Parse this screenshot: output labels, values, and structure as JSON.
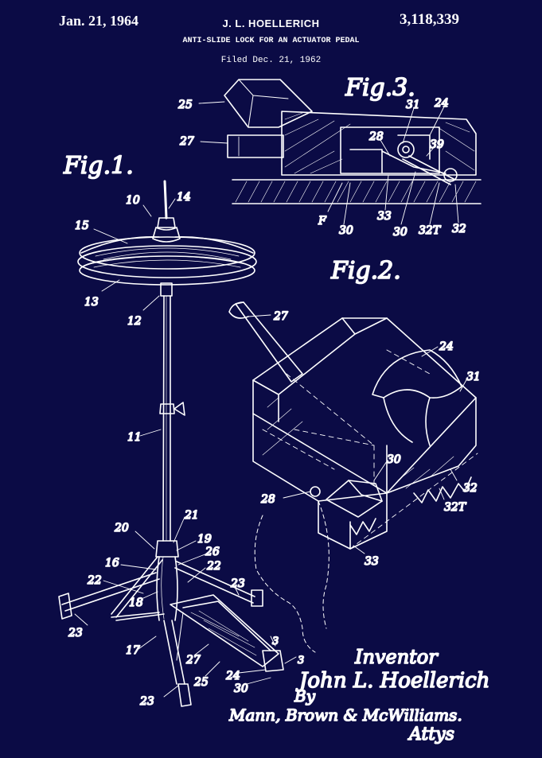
{
  "header": {
    "date": "Jan. 21, 1964",
    "inventor": "J. L. HOELLERICH",
    "patent_number": "3,118,339",
    "title": "ANTI-SLIDE LOCK FOR AN ACTUATOR PEDAL",
    "filed": "Filed Dec. 21, 1962"
  },
  "figures": {
    "fig1": "Fig.1.",
    "fig2": "Fig.2.",
    "fig3": "Fig.3."
  },
  "labels": {
    "n10": "10",
    "n14": "14",
    "n15": "15",
    "n13": "13",
    "n12": "12",
    "n11": "11",
    "n20": "20",
    "n21": "21",
    "n19": "19",
    "n16": "16",
    "n26": "26",
    "n22a": "22",
    "n22b": "22",
    "n18": "18",
    "n23a": "23",
    "n23b": "23",
    "n23c": "23",
    "n17": "17",
    "n27a": "27",
    "n25a": "25",
    "n24a": "24",
    "n30a": "30",
    "n3a": "3",
    "n3b": "3",
    "n25b": "25",
    "n27b": "27",
    "n28a": "28",
    "n31a": "31",
    "n24b": "24",
    "n39": "39",
    "nF": "F",
    "n30b": "30",
    "n33a": "33",
    "n30c": "30",
    "n32Ta": "32T",
    "n32a": "32",
    "n27c": "27",
    "n24c": "24",
    "n31b": "31",
    "n30d": "30",
    "n32b": "32",
    "n32Tb": "32T",
    "n28b": "28",
    "n33b": "33"
  },
  "signature": {
    "heading": "Inventor",
    "name": "John L. Hoellerich",
    "by": "By",
    "attorneys": "Mann, Brown & McWilliams.",
    "attys": "Attys"
  },
  "colors": {
    "background": "#0b0b45",
    "ink": "#ffffff"
  }
}
